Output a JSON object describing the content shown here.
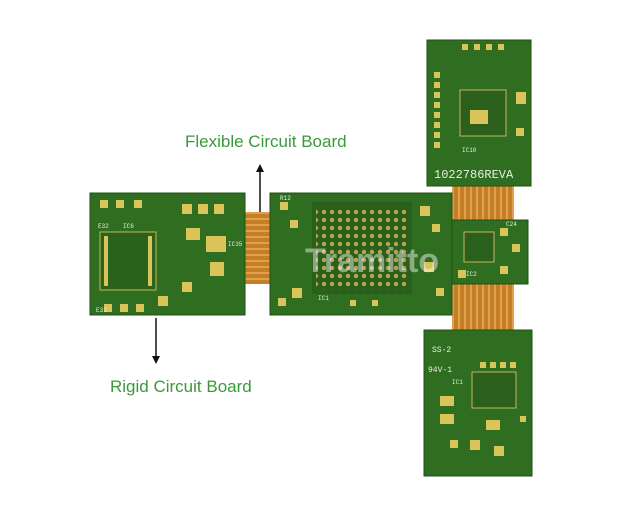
{
  "captions": {
    "flexible": "Flexible Circuit Board",
    "rigid": "Rigid Circuit Board"
  },
  "watermark": "Tramitto",
  "silkscreen": {
    "part_number": "1022786REVA",
    "ul_code": "SS-2",
    "rating": "94V-1"
  },
  "colors": {
    "caption_green": "#3a9a3a",
    "board_green": "#2e6b1f",
    "flex_amber": "#d08a2a",
    "pad_gold": "#d9c45a"
  }
}
